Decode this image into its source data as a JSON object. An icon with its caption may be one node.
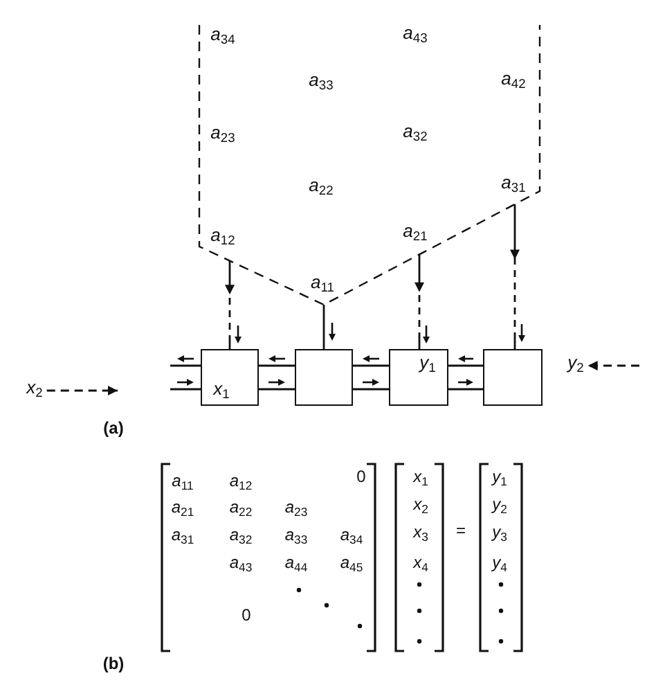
{
  "diagram": {
    "nodes": [
      {
        "text": [
          "*a*$_{34}$",
          "*a*$_{43}$",
          "*a*$_{33}$",
          "*a*$_{42}$",
          "*a*$_{23}$",
          "*a*$_{32}$",
          "*a*$_{22}$",
          "*a*$_{31}$",
          "*a*$_{12}$",
          "*a*$_{21}$",
          "*a*$_{11}$"
        ]
      },
      {
        "text": [
          "*x*$_{2}$"
        ]
      },
      {
        "text": [
          "*x*$_{1}$"
        ]
      },
      {
        "text": [],
        "shape": "box"
      },
      {
        "text": [
          "*y*$_{1}$"
        ]
      },
      {
        "text": [],
        "shape": "box"
      },
      {
        "text": [
          "*y*$_{2}$"
        ]
      }
    ],
    "edges": [
      {
        "from": 0,
        "to": 2,
        "arrow": "to",
        "style": "dashed"
      },
      {
        "from": 0,
        "to": 3,
        "arrow": "none"
      },
      {
        "from": 0,
        "to": 4,
        "arrow": "to",
        "style": "dashed"
      },
      {
        "from": 0,
        "to": 5,
        "arrow": "to",
        "style": "dashed"
      },
      {
        "from": 1,
        "to": null,
        "arrow": "to",
        "style": "dashed"
      },
      {
        "from": null,
        "to": 6,
        "arrow": "to",
        "style": "dashed"
      },
      {
        "from": null,
        "to": 2,
        "arrow": "none"
      },
      {
        "from": null,
        "to": 2,
        "arrow": "none"
      },
      {
        "from": 2,
        "to": 3,
        "arrow": "none"
      },
      {
        "from": 2,
        "to": 3,
        "arrow": "none"
      },
      {
        "from": 3,
        "to": 4,
        "arrow": "none"
      },
      {
        "from": 3,
        "to": 4,
        "arrow": "none"
      },
      {
        "from": 4,
        "to": 5,
        "arrow": "none"
      },
      {
        "from": 4,
        "to": 5,
        "arrow": "none"
      }
    ],
    "labels": [
      "(a)",
      "*a*$_{11}$",
      "*a*$_{12}$",
      "0",
      "*a*$_{21}$",
      "*a*$_{22}$",
      "*a*$_{23}$",
      "*a*$_{31}$",
      "*a*$_{32}$",
      "*a*$_{33}$",
      "*a*$_{34}$",
      "*a*$_{43}$",
      "*a*$_{44}$",
      "*a*$_{45}$",
      "0",
      "*x*$_{1}$",
      "*x*$_{2}$",
      "*x*$_{3}$",
      "*x*$_{4}$",
      "=",
      "*y*$_{1}$",
      "*y*$_{2}$",
      "*y*$_{3}$",
      "*y*$_{4}$",
      "(b)"
    ]
  }
}
